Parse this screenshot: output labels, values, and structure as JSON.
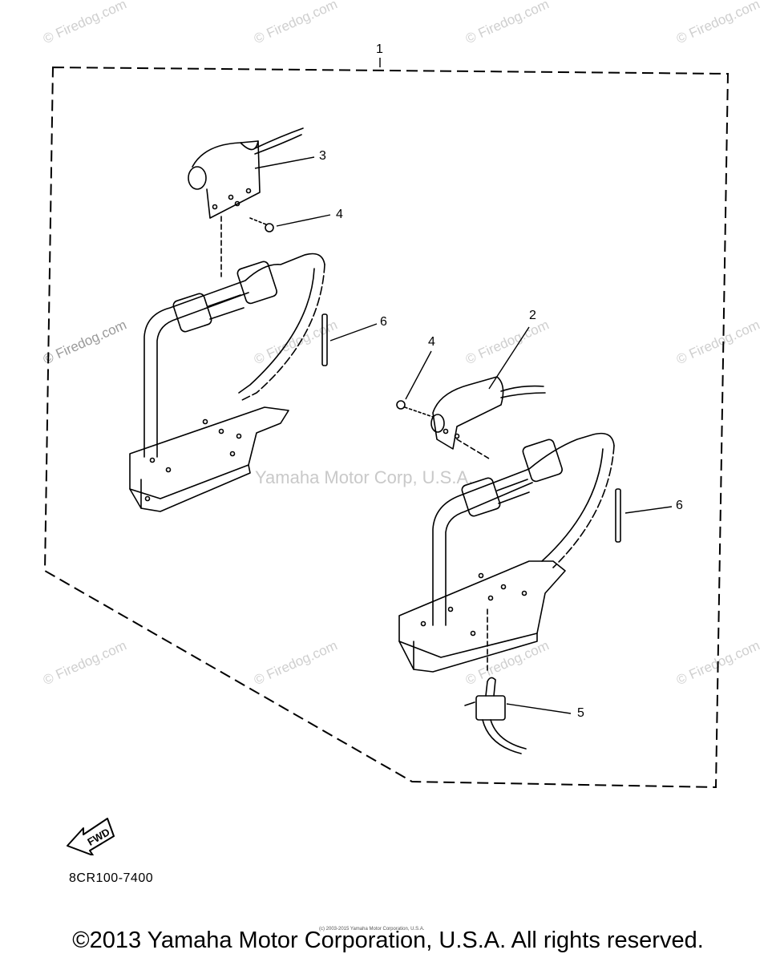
{
  "watermark_text": "© Firedog.com",
  "center_watermark": "Yamaha Motor Corp, U.S.A.",
  "callouts": {
    "c1": "1",
    "c2": "2",
    "c3": "3",
    "c4a": "4",
    "c4b": "4",
    "c5": "5",
    "c6a": "6",
    "c6b": "6"
  },
  "fwd_label": "FWD",
  "part_number": "8CR100-7400",
  "tiny_copyright": "(c) 2003-2015 Yamaha Motor Corporation, U.S.A.",
  "copyright": "©2013 Yamaha Motor Corporation, U.S.A. All rights reserved."
}
